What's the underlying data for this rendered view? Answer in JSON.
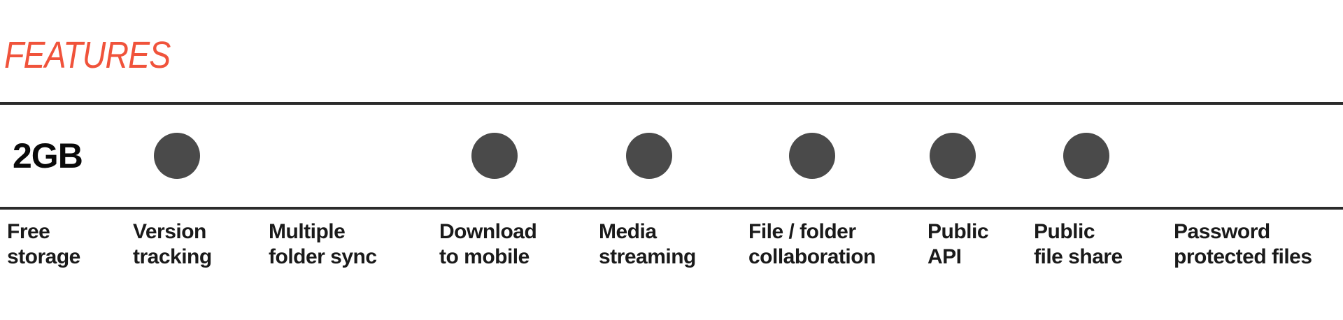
{
  "heading": "FEATURES",
  "colors": {
    "heading": "#f0533b",
    "rule": "#2b2b2b",
    "dot": "#4a4a4a",
    "text": "#111111"
  },
  "features": [
    {
      "line1": "Free",
      "line2": "storage",
      "value": "2GB",
      "has_dot": false
    },
    {
      "line1": "Version",
      "line2": "tracking",
      "value": "",
      "has_dot": true
    },
    {
      "line1": "Multiple",
      "line2": "folder sync",
      "value": "",
      "has_dot": false
    },
    {
      "line1": "Download",
      "line2": "to mobile",
      "value": "",
      "has_dot": true
    },
    {
      "line1": "Media",
      "line2": "streaming",
      "value": "",
      "has_dot": true
    },
    {
      "line1": "File / folder",
      "line2": "collaboration",
      "value": "",
      "has_dot": true
    },
    {
      "line1": "Public",
      "line2": "API",
      "value": "",
      "has_dot": true
    },
    {
      "line1": "Public",
      "line2": "file share",
      "value": "",
      "has_dot": true
    },
    {
      "line1": "Password",
      "line2": "protected files",
      "value": "",
      "has_dot": false
    }
  ],
  "dot_icon": "filled-circle-icon"
}
